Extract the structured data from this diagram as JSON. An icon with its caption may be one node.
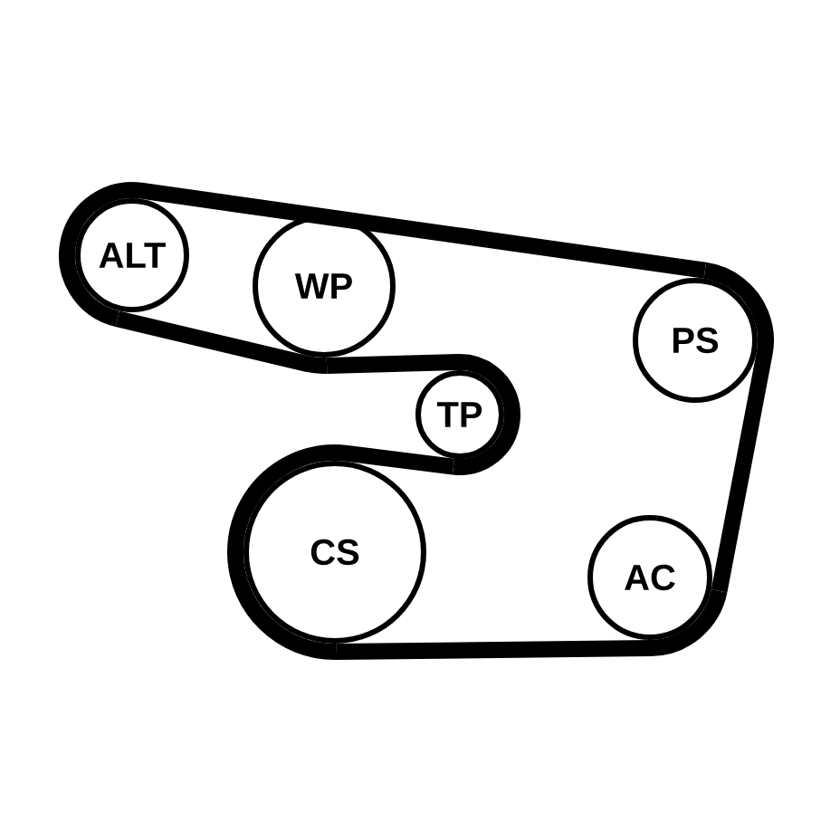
{
  "diagram": {
    "nodes": [
      {
        "text": [
          "ALT"
        ]
      },
      {
        "text": [
          "WP"
        ]
      },
      {
        "text": [
          "PS"
        ]
      },
      {
        "text": [
          "TP"
        ]
      },
      {
        "text": [
          "CS"
        ]
      },
      {
        "text": [
          "AC"
        ]
      }
    ],
    "edges": [
      {
        "from": 0,
        "to": 2,
        "arrow": "none"
      },
      {
        "from": 2,
        "to": 5,
        "arrow": "none"
      },
      {
        "from": 5,
        "to": 4,
        "arrow": "none"
      },
      {
        "from": 4,
        "to": 3,
        "arrow": "none"
      },
      {
        "from": 3,
        "to": 1,
        "arrow": "none"
      },
      {
        "from": 1,
        "to": 0,
        "arrow": "none"
      }
    ]
  }
}
